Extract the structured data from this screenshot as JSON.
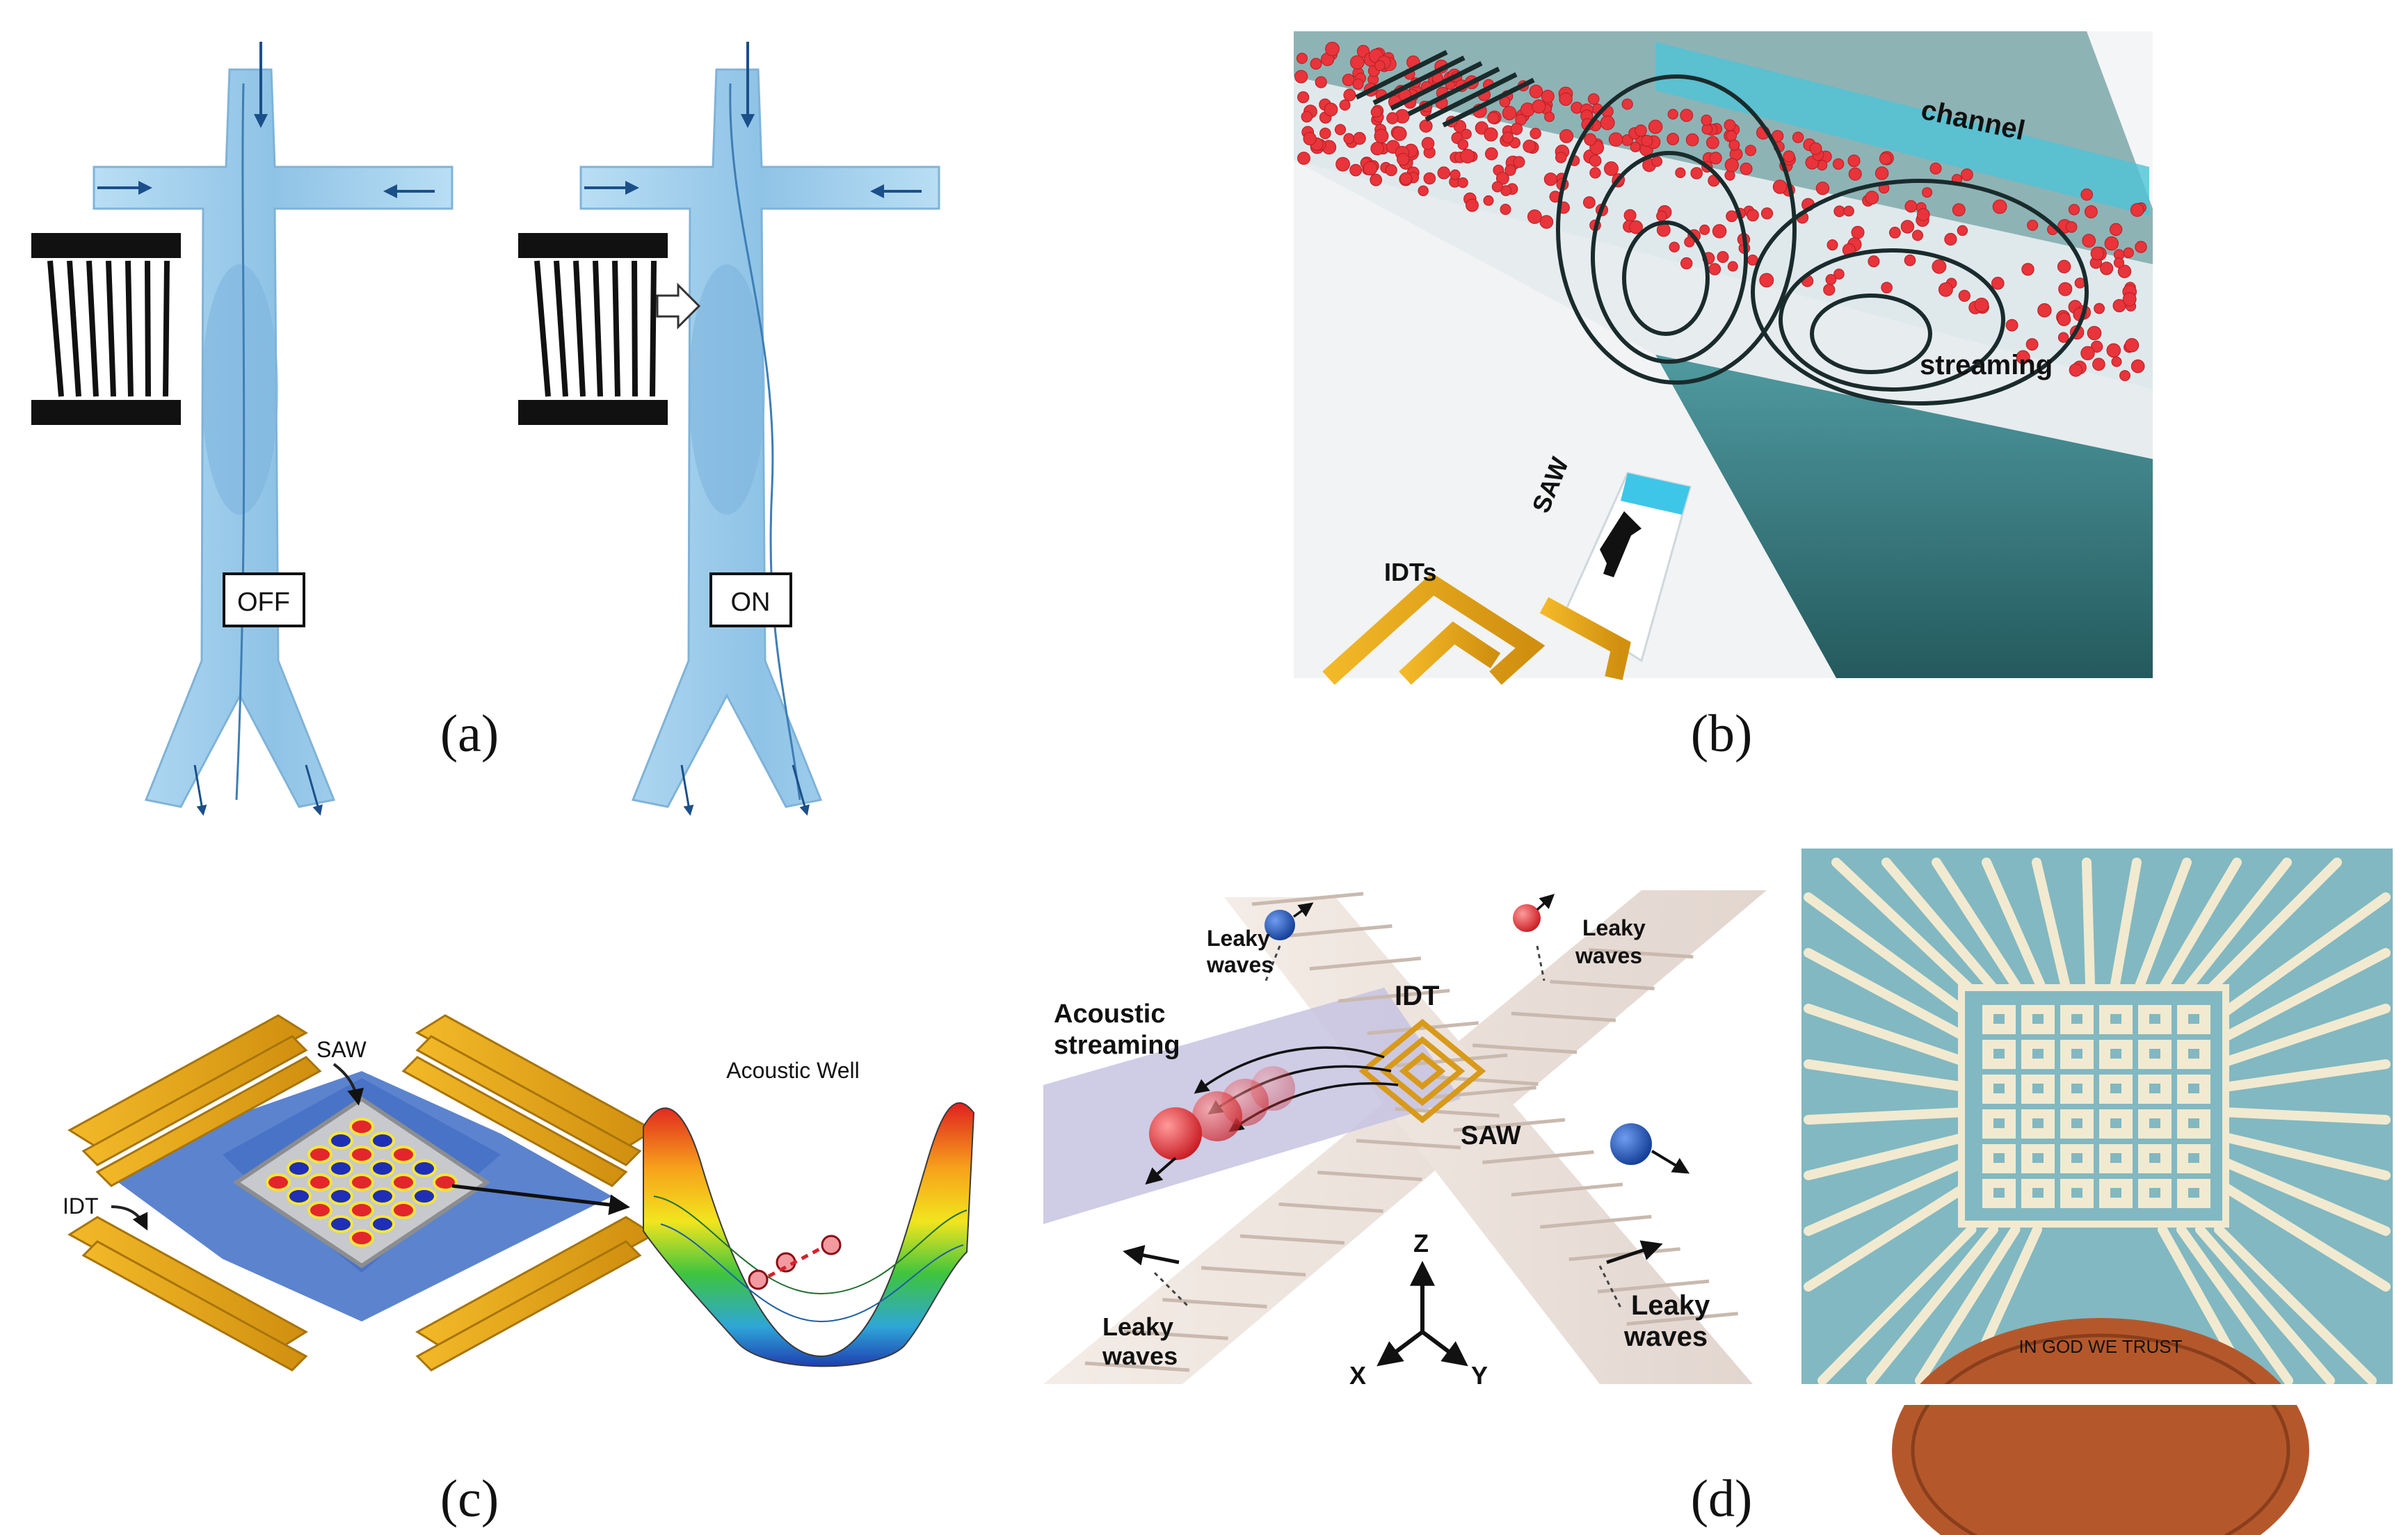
{
  "captions": {
    "a": "(a)",
    "b": "(b)",
    "c": "(c)",
    "d": "(d)"
  },
  "panel_a": {
    "off": "OFF",
    "on": "ON"
  },
  "panel_b": {
    "channel": "channel",
    "streaming": "streaming",
    "saw": "SAW",
    "idts": "IDTs"
  },
  "panel_c": {
    "saw": "SAW",
    "idt": "IDT",
    "well": "Acoustic Well"
  },
  "panel_d": {
    "leaky_waves": "Leaky waves",
    "leaky_1": "Leaky",
    "waves_1": "waves",
    "idt": "IDT",
    "acoustic": "Acoustic",
    "streaming": "streaming",
    "saw": "SAW",
    "axis_z": "Z",
    "axis_x": "X",
    "axis_y": "Y",
    "coin_text": "IN GOD WE TRUST"
  },
  "colors": {
    "fluid": "#a9d4ee",
    "fluid_dark": "#6aa8d6",
    "idt_gold": "#e6a817",
    "channel_teal": "#2f6f73",
    "particle_red": "#e8343a",
    "particle_blue": "#1f4fa8",
    "chip_bg": "#7fb6bf",
    "chip_metal": "#f1ead0",
    "coin": "#b4582c"
  }
}
